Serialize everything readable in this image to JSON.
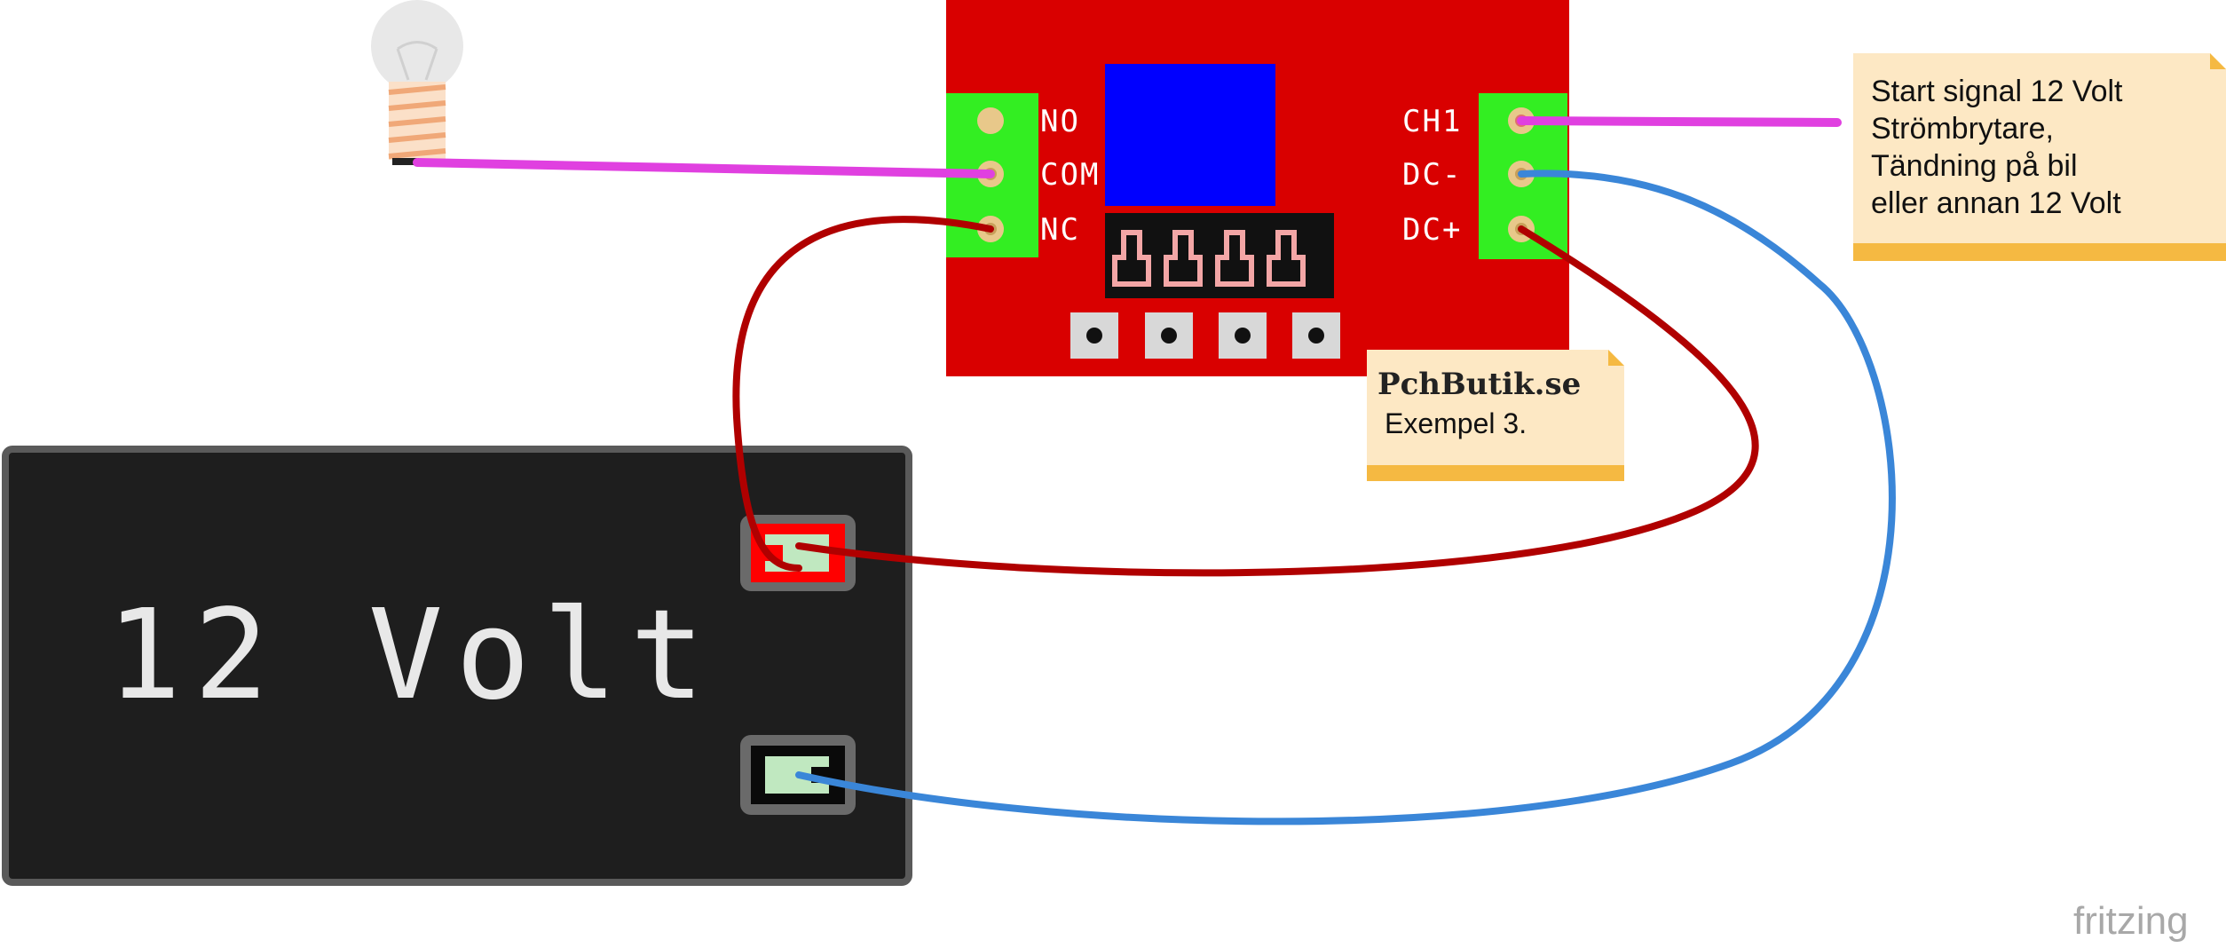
{
  "relay_board": {
    "left_terminals": [
      "NO",
      "COM",
      "NC"
    ],
    "right_terminals": [
      "CH1",
      "DC-",
      "DC+"
    ],
    "board_color": "#d90000",
    "terminal_color": "#33ee22",
    "relay_color": "#0000ff"
  },
  "battery": {
    "label": "12 Volt",
    "body_color": "#1e1e1e"
  },
  "notes": {
    "signal_note": {
      "lines": [
        "Start signal 12 Volt",
        "Strömbrytare,",
        "Tändning på bil",
        "eller annan 12 Volt"
      ]
    },
    "example_note": {
      "title": "PchButik.se",
      "subtitle": "Exempel 3."
    },
    "note_color": "#fde8c4",
    "note_edge_color": "#f5b942"
  },
  "wires": {
    "signal_color": "#e040e0",
    "positive_color": "#b00000",
    "negative_color": "#3a86d8"
  },
  "watermark": "fritzing"
}
